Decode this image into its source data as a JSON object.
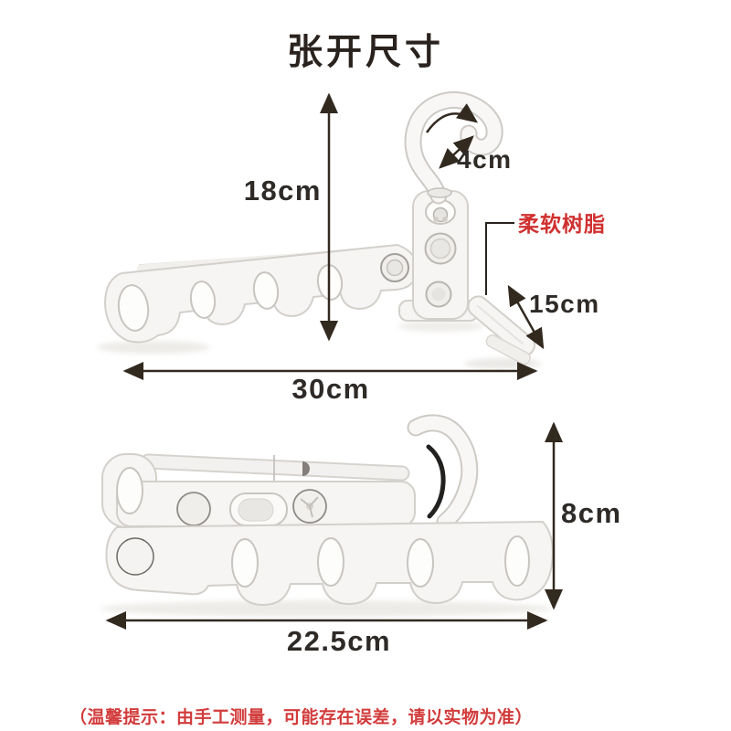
{
  "title": "张开尺寸",
  "open_view": {
    "height_label": "18cm",
    "hook_width_label": "4cm",
    "clip_length_label": "15cm",
    "width_label": "30cm",
    "material_label": "柔软树脂"
  },
  "folded_view": {
    "height_label": "8cm",
    "width_label": "22.5cm"
  },
  "footnote": "（温馨提示：由手工测量，可能存在误差，请以实物为准）",
  "colors": {
    "dimension_ink": "#2e2a27",
    "accent_red": "#d03030",
    "note_red": "#d23b3b",
    "product_plastic": "#f6f5f3"
  }
}
